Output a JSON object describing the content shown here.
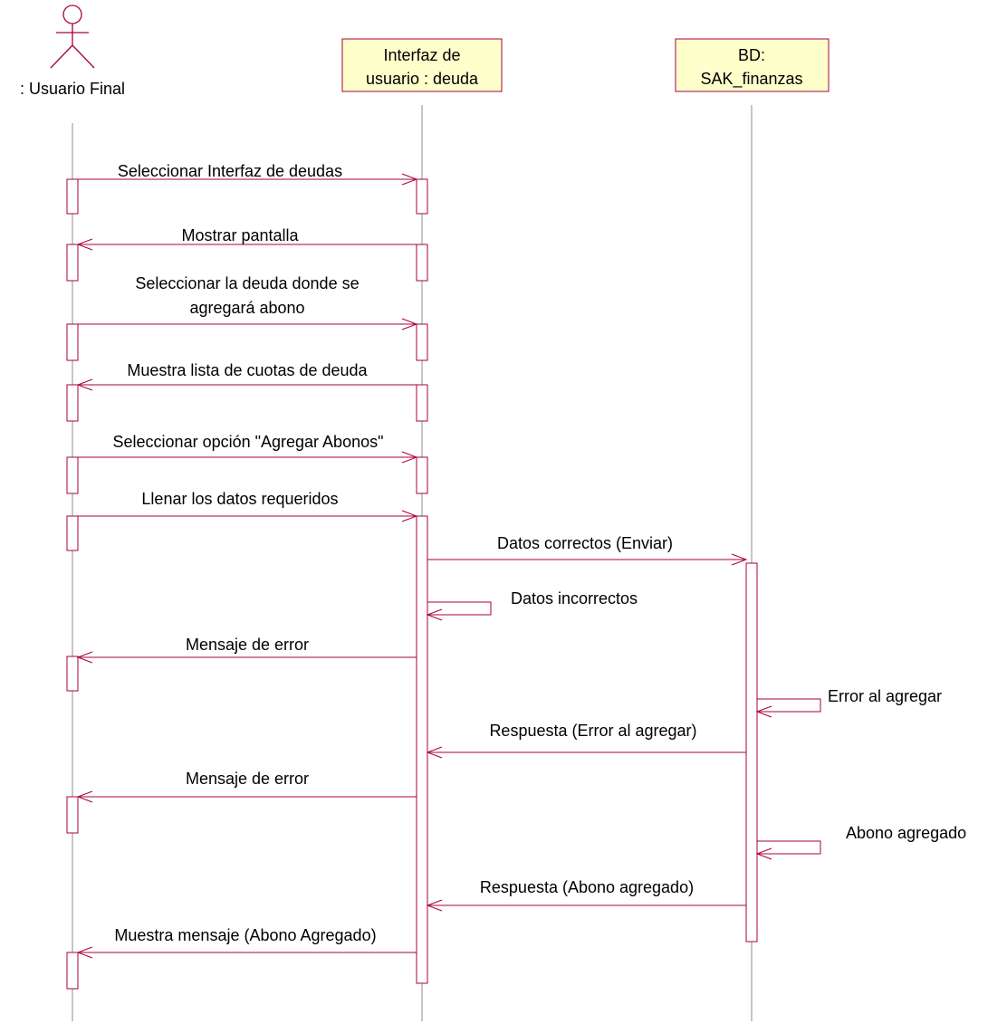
{
  "colors": {
    "line": "#a8003b",
    "lifeline": "#8c8c8c",
    "head_fill": "#ffffcc",
    "background": "#ffffff",
    "text": "#000000"
  },
  "participants": {
    "actor": {
      "label": ": Usuario Final"
    },
    "interface": {
      "line1": "Interfaz de",
      "line2": "usuario : deuda"
    },
    "database": {
      "line1": "BD:",
      "line2": "SAK_finanzas"
    }
  },
  "messages": [
    {
      "from": "actor",
      "to": "interface",
      "lines": [
        "Seleccionar Interfaz de deudas"
      ]
    },
    {
      "from": "interface",
      "to": "actor",
      "lines": [
        "Mostrar pantalla"
      ]
    },
    {
      "from": "actor",
      "to": "interface",
      "lines": [
        "Seleccionar la deuda donde se",
        "agregará abono"
      ]
    },
    {
      "from": "interface",
      "to": "actor",
      "lines": [
        "Muestra lista de cuotas de deuda"
      ]
    },
    {
      "from": "actor",
      "to": "interface",
      "lines": [
        "Seleccionar opción \"Agregar Abonos\""
      ]
    },
    {
      "from": "actor",
      "to": "interface",
      "lines": [
        "Llenar  los datos requeridos"
      ]
    },
    {
      "from": "interface",
      "to": "database",
      "lines": [
        "Datos correctos (Enviar)"
      ]
    },
    {
      "from": "interface",
      "to": "interface",
      "lines": [
        "Datos incorrectos"
      ]
    },
    {
      "from": "interface",
      "to": "actor",
      "lines": [
        "Mensaje de error"
      ]
    },
    {
      "from": "database",
      "to": "database",
      "lines": [
        "Error al agregar"
      ]
    },
    {
      "from": "database",
      "to": "interface",
      "lines": [
        "Respuesta (Error al agregar)"
      ]
    },
    {
      "from": "interface",
      "to": "actor",
      "lines": [
        "Mensaje de error"
      ]
    },
    {
      "from": "database",
      "to": "database",
      "lines": [
        "Abono agregado"
      ]
    },
    {
      "from": "database",
      "to": "interface",
      "lines": [
        "Respuesta (Abono agregado)"
      ]
    },
    {
      "from": "interface",
      "to": "actor",
      "lines": [
        "Muestra mensaje (Abono Agregado)"
      ]
    }
  ]
}
